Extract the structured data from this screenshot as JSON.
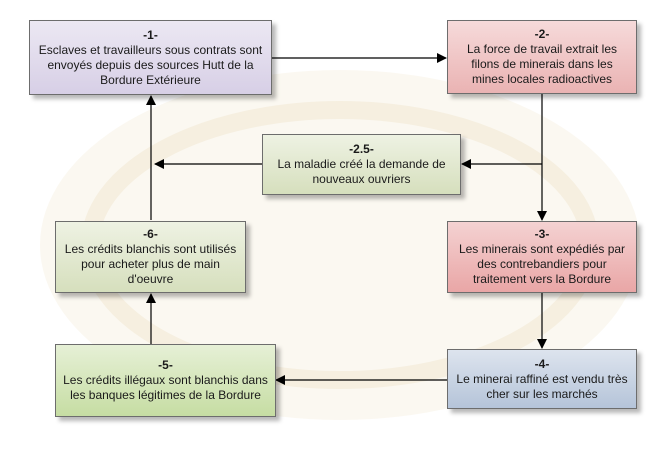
{
  "colors": {
    "box_border": "#6d6d6d",
    "arrow": "#000000",
    "purple": "#d7cfe6",
    "red": "#eab3b3",
    "green": "#d6dfbd",
    "green_light": "#c6dda3",
    "blue": "#b5c4d9"
  },
  "boxes": {
    "b1": {
      "num": "-1-",
      "text": "Esclaves et travailleurs sous contrats sont envoyés depuis des sources Hutt de la Bordure Extérieure"
    },
    "b2": {
      "num": "-2-",
      "text": "La force de travail extrait les filons de minerais dans les mines locales radioactives"
    },
    "b25": {
      "num": "-2.5-",
      "text": "La maladie créé la demande de nouveaux ouvriers"
    },
    "b3": {
      "num": "-3-",
      "text": "Les minerais sont expédiés par des contrebandiers pour traitement vers la Bordure"
    },
    "b4": {
      "num": "-4-",
      "text": "Le minerai raffiné est vendu très cher sur les marchés"
    },
    "b5": {
      "num": "-5-",
      "text": "Les crédits illégaux sont blanchis dans les banques légitimes de la Bordure"
    },
    "b6": {
      "num": "-6-",
      "text": "Les crédits blanchis sont utilisés pour acheter plus de main d'oeuvre"
    }
  }
}
